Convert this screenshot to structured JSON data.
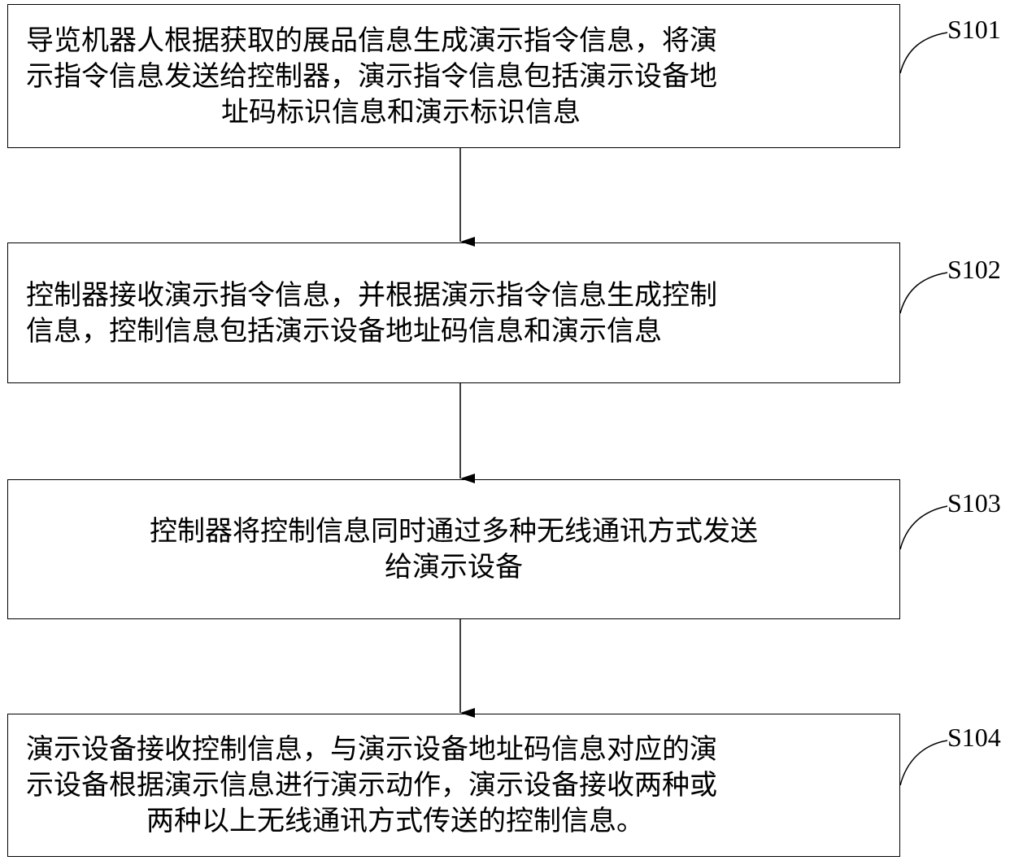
{
  "steps": [
    {
      "id": "S101",
      "lines": [
        "导览机器人根据获取的展品信息生成演示指令信息，将演",
        "示指令信息发送给控制器，演示指令信息包括演示设备地",
        "址码标识信息和演示标识信息"
      ]
    },
    {
      "id": "S102",
      "lines": [
        "控制器接收演示指令信息，并根据演示指令信息生成控制",
        "信息，控制信息包括演示设备地址码信息和演示信息"
      ]
    },
    {
      "id": "S103",
      "lines": [
        "控制器将控制信息同时通过多种无线通讯方式发送",
        "给演示设备"
      ]
    },
    {
      "id": "S104",
      "lines": [
        "演示设备接收控制信息，与演示设备地址码信息对应的演",
        "示设备根据演示信息进行演示动作，演示设备接收两种或",
        "两种以上无线通讯方式传送的控制信息。"
      ]
    }
  ]
}
